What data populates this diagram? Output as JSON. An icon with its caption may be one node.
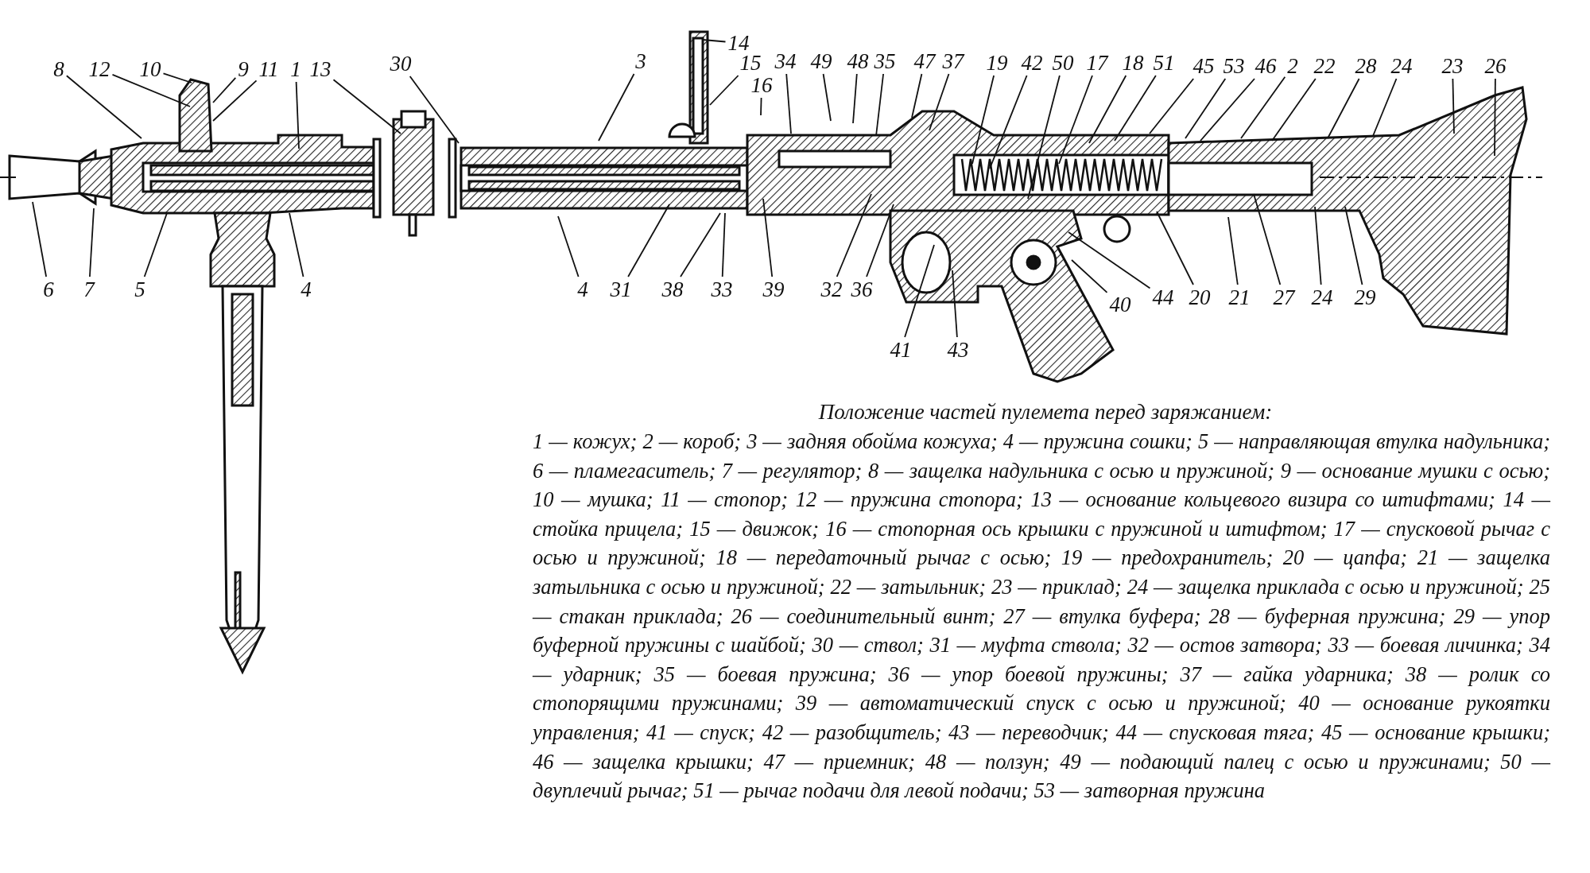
{
  "diagram": {
    "title": "Положение частей пулемета перед заряжанием:",
    "caption": "1 — кожух; 2 — короб; 3 — задняя обойма кожуха; 4 — пружина сошки; 5 — направляющая втулка надульника; 6 — пламегаситель; 7 — регулятор; 8 — защелка надульника с осью и пружиной; 9 — основание мушки с осью; 10 — мушка; 11 — стопор; 12 — пружина стопора; 13 — основание кольцевого визира со штифтами; 14 — стойка прицела; 15 — движок; 16 — стопорная ось крышки с пружиной и штифтом; 17 — спусковой рычаг с осью и пружиной; 18 — передаточный рычаг с осью; 19 — предохранитель; 20 — цапфа; 21 — защелка затыльника с осью и пружиной; 22 — затыльник; 23 — приклад; 24 — защелка приклада с осью и пружиной; 25 — стакан приклада; 26 — соединительный винт; 27 — втулка буфера; 28 — буферная пружина; 29 — упор буферной пружины с шайбой; 30 — ствол; 31 — муфта ствола; 32 — остов затвора; 33 — боевая личинка; 34 — ударник; 35 — боевая пружина; 36 — упор боевой пружины; 37 — гайка ударника; 38 — ролик со стопорящими пружинами; 39 — автоматический спуск с осью и пружиной; 40 — основание рукоятки управления; 41 — спуск; 42 — разобщитель; 43 — переводчик; 44 — спусковая тяга; 45 — основание крышки; 46 — защелка крышки; 47 — приемник; 48 — ползун; 49 — подающий палец с осью и пружинами; 50 — двуплечий рычаг; 51 — рычаг подачи для левой подачи; 53 — затворная пружина",
    "nodes": [
      {
        "text": [
          "8"
        ]
      },
      {
        "text": [
          "12"
        ]
      },
      {
        "text": [
          "10"
        ]
      },
      {
        "text": [
          "9"
        ]
      },
      {
        "text": [
          "11"
        ]
      },
      {
        "text": [
          "1"
        ]
      },
      {
        "text": [
          "13"
        ]
      },
      {
        "text": [
          "30"
        ]
      },
      {
        "text": [
          "3"
        ]
      },
      {
        "text": [
          "14"
        ]
      },
      {
        "text": [
          "15"
        ]
      },
      {
        "text": [
          "16"
        ]
      },
      {
        "text": [
          "34"
        ]
      },
      {
        "text": [
          "49"
        ]
      },
      {
        "text": [
          "48"
        ]
      },
      {
        "text": [
          "35"
        ]
      },
      {
        "text": [
          "47"
        ]
      },
      {
        "text": [
          "37"
        ]
      },
      {
        "text": [
          "19"
        ]
      },
      {
        "text": [
          "42"
        ]
      },
      {
        "text": [
          "50"
        ]
      },
      {
        "text": [
          "17"
        ]
      },
      {
        "text": [
          "18"
        ]
      },
      {
        "text": [
          "51"
        ]
      },
      {
        "text": [
          "45"
        ]
      },
      {
        "text": [
          "53"
        ]
      },
      {
        "text": [
          "46"
        ]
      },
      {
        "text": [
          "2"
        ]
      },
      {
        "text": [
          "22"
        ]
      },
      {
        "text": [
          "28"
        ]
      },
      {
        "text": [
          "24"
        ]
      },
      {
        "text": [
          "23"
        ]
      },
      {
        "text": [
          "26"
        ]
      },
      {
        "text": [
          "6"
        ]
      },
      {
        "text": [
          "7"
        ]
      },
      {
        "text": [
          "5"
        ]
      },
      {
        "text": [
          "4"
        ]
      },
      {
        "text": [
          "4"
        ]
      },
      {
        "text": [
          "31"
        ]
      },
      {
        "text": [
          "38"
        ]
      },
      {
        "text": [
          "33"
        ]
      },
      {
        "text": [
          "39"
        ]
      },
      {
        "text": [
          "32"
        ]
      },
      {
        "text": [
          "36"
        ]
      },
      {
        "text": [
          "41"
        ]
      },
      {
        "text": [
          "43"
        ]
      },
      {
        "text": [
          "40"
        ]
      },
      {
        "text": [
          "44"
        ]
      },
      {
        "text": [
          "20"
        ]
      },
      {
        "text": [
          "21"
        ]
      },
      {
        "text": [
          "27"
        ]
      },
      {
        "text": [
          "24"
        ]
      },
      {
        "text": [
          "29"
        ]
      }
    ],
    "edges": [
      {
        "from": 0,
        "to": null,
        "arrow": "none"
      },
      {
        "from": 1,
        "to": null,
        "arrow": "none"
      },
      {
        "from": 2,
        "to": null,
        "arrow": "none"
      },
      {
        "from": 3,
        "to": null,
        "arrow": "none"
      },
      {
        "from": 4,
        "to": null,
        "arrow": "none"
      },
      {
        "from": 5,
        "to": null,
        "arrow": "none"
      },
      {
        "from": 6,
        "to": null,
        "arrow": "none"
      },
      {
        "from": 7,
        "to": null,
        "arrow": "none"
      },
      {
        "from": 8,
        "to": null,
        "arrow": "none"
      },
      {
        "from": 9,
        "to": null,
        "arrow": "none"
      },
      {
        "from": 10,
        "to": null,
        "arrow": "none"
      },
      {
        "from": 11,
        "to": null,
        "arrow": "none"
      },
      {
        "from": 12,
        "to": null,
        "arrow": "none"
      },
      {
        "from": 13,
        "to": null,
        "arrow": "none"
      },
      {
        "from": 14,
        "to": null,
        "arrow": "none"
      },
      {
        "from": 15,
        "to": null,
        "arrow": "none"
      },
      {
        "from": 16,
        "to": null,
        "arrow": "none"
      },
      {
        "from": 17,
        "to": null,
        "arrow": "none"
      },
      {
        "from": 18,
        "to": null,
        "arrow": "none"
      },
      {
        "from": 19,
        "to": null,
        "arrow": "none"
      },
      {
        "from": 20,
        "to": null,
        "arrow": "none"
      },
      {
        "from": 21,
        "to": null,
        "arrow": "none"
      },
      {
        "from": 22,
        "to": null,
        "arrow": "none"
      },
      {
        "from": 23,
        "to": null,
        "arrow": "none"
      },
      {
        "from": 24,
        "to": null,
        "arrow": "none"
      },
      {
        "from": 25,
        "to": null,
        "arrow": "none"
      },
      {
        "from": 26,
        "to": null,
        "arrow": "none"
      },
      {
        "from": 27,
        "to": null,
        "arrow": "none"
      },
      {
        "from": 28,
        "to": null,
        "arrow": "none"
      },
      {
        "from": 29,
        "to": null,
        "arrow": "none"
      },
      {
        "from": 30,
        "to": null,
        "arrow": "none"
      },
      {
        "from": 31,
        "to": null,
        "arrow": "none"
      },
      {
        "from": 32,
        "to": null,
        "arrow": "none"
      },
      {
        "from": 33,
        "to": null,
        "arrow": "none"
      },
      {
        "from": 34,
        "to": null,
        "arrow": "none"
      },
      {
        "from": 35,
        "to": null,
        "arrow": "none"
      },
      {
        "from": 36,
        "to": null,
        "arrow": "none"
      },
      {
        "from": 37,
        "to": null,
        "arrow": "none"
      },
      {
        "from": 38,
        "to": null,
        "arrow": "none"
      },
      {
        "from": 39,
        "to": null,
        "arrow": "none"
      },
      {
        "from": 40,
        "to": null,
        "arrow": "none"
      },
      {
        "from": 41,
        "to": null,
        "arrow": "none"
      },
      {
        "from": 42,
        "to": null,
        "arrow": "none"
      },
      {
        "from": 43,
        "to": null,
        "arrow": "none"
      },
      {
        "from": 44,
        "to": null,
        "arrow": "none"
      },
      {
        "from": 45,
        "to": null,
        "arrow": "none"
      },
      {
        "from": 46,
        "to": null,
        "arrow": "none"
      },
      {
        "from": 47,
        "to": null,
        "arrow": "none"
      },
      {
        "from": 48,
        "to": null,
        "arrow": "none"
      },
      {
        "from": 49,
        "to": null,
        "arrow": "none"
      },
      {
        "from": 50,
        "to": null,
        "arrow": "none"
      },
      {
        "from": 51,
        "to": null,
        "arrow": "none"
      },
      {
        "from": 52,
        "to": null,
        "arrow": "none"
      }
    ]
  }
}
